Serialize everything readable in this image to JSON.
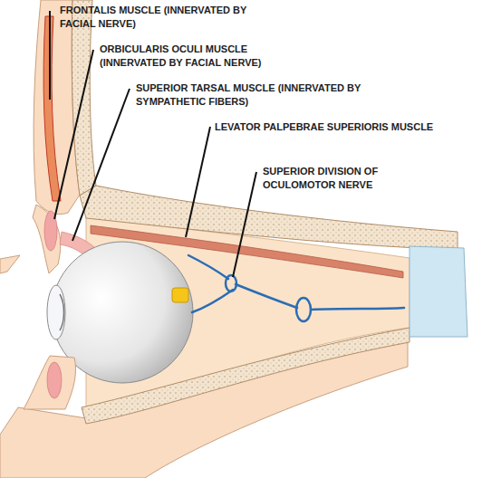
{
  "diagram": {
    "labels": [
      "FRONTALIS MUSCLE (INNERVATED BY FACIAL NERVE)",
      "ORBICULARIS OCULI MUSCLE (INNERVATED BY FACIAL NERVE)",
      "SUPERIOR TARSAL MUSCLE (INNERVATED BY SYMPATHETIC FIBERS)",
      "LEVATOR PALPEBRAE SUPERIORIS MUSCLE",
      "SUPERIOR DIVISION OF OCULOMOTOR NERVE"
    ]
  }
}
